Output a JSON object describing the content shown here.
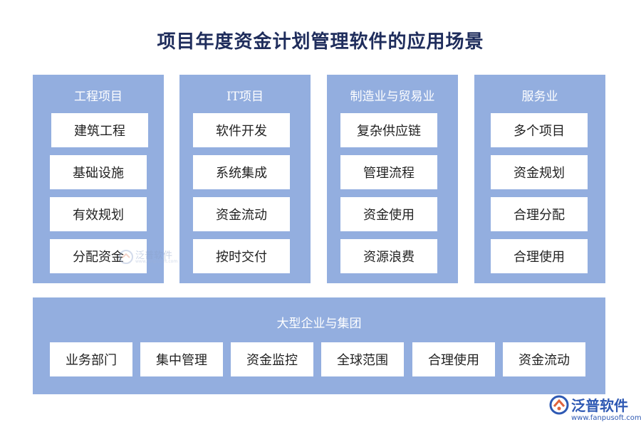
{
  "title": "项目年度资金计划管理软件的应用场景",
  "columns": [
    {
      "title": "工程项目",
      "items": [
        "建筑工程",
        "基础设施",
        "有效规划",
        "分配资金"
      ]
    },
    {
      "title": "IT项目",
      "items": [
        "软件开发",
        "系统集成",
        "资金流动",
        "按时交付"
      ]
    },
    {
      "title": "制造业与贸易业",
      "items": [
        "复杂供应链",
        "管理流程",
        "资金使用",
        "资源浪费"
      ]
    },
    {
      "title": "服务业",
      "items": [
        "多个项目",
        "资金规划",
        "合理分配",
        "合理使用"
      ]
    }
  ],
  "enterprise": {
    "title": "大型企业与集团",
    "items": [
      "业务部门",
      "集中管理",
      "资金监控",
      "全球范围",
      "合理使用",
      "资金流动"
    ]
  },
  "watermark": {
    "text": "泛普软件",
    "sub": "www.fanpusoft.com"
  },
  "logo": {
    "name": "泛普软件",
    "url": "www.fanpusoft.com"
  },
  "colors": {
    "panel": "#93aedf",
    "title": "#1f2d5c",
    "logo": "#2e59b3"
  }
}
